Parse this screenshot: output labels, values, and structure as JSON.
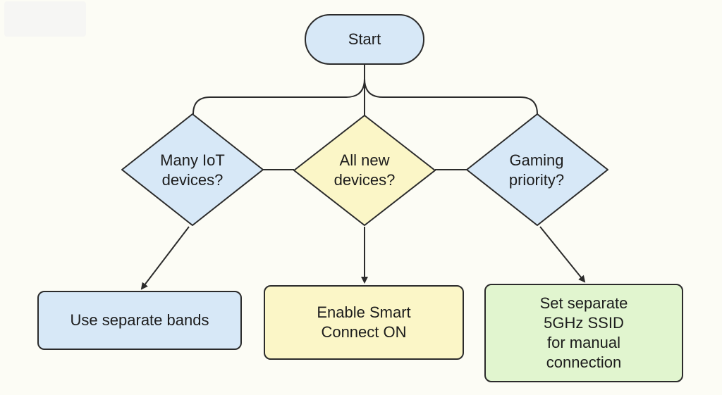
{
  "diagram": {
    "start": {
      "label": "Start"
    },
    "decisions": [
      {
        "label": "Many IoT\ndevices?"
      },
      {
        "label": "All new\ndevices?"
      },
      {
        "label": "Gaming\npriority?"
      }
    ],
    "actions": [
      {
        "label": "Use separate bands"
      },
      {
        "label": "Enable Smart\nConnect ON"
      },
      {
        "label": "Set separate\n5GHz SSID\nfor manual\nconnection"
      }
    ]
  },
  "colors": {
    "blue_fill": "#d7e8f7",
    "yellow_fill": "#fbf6c7",
    "green_fill": "#e1f5cf",
    "stroke": "#2b2b2b",
    "background": "#fcfcf5"
  }
}
